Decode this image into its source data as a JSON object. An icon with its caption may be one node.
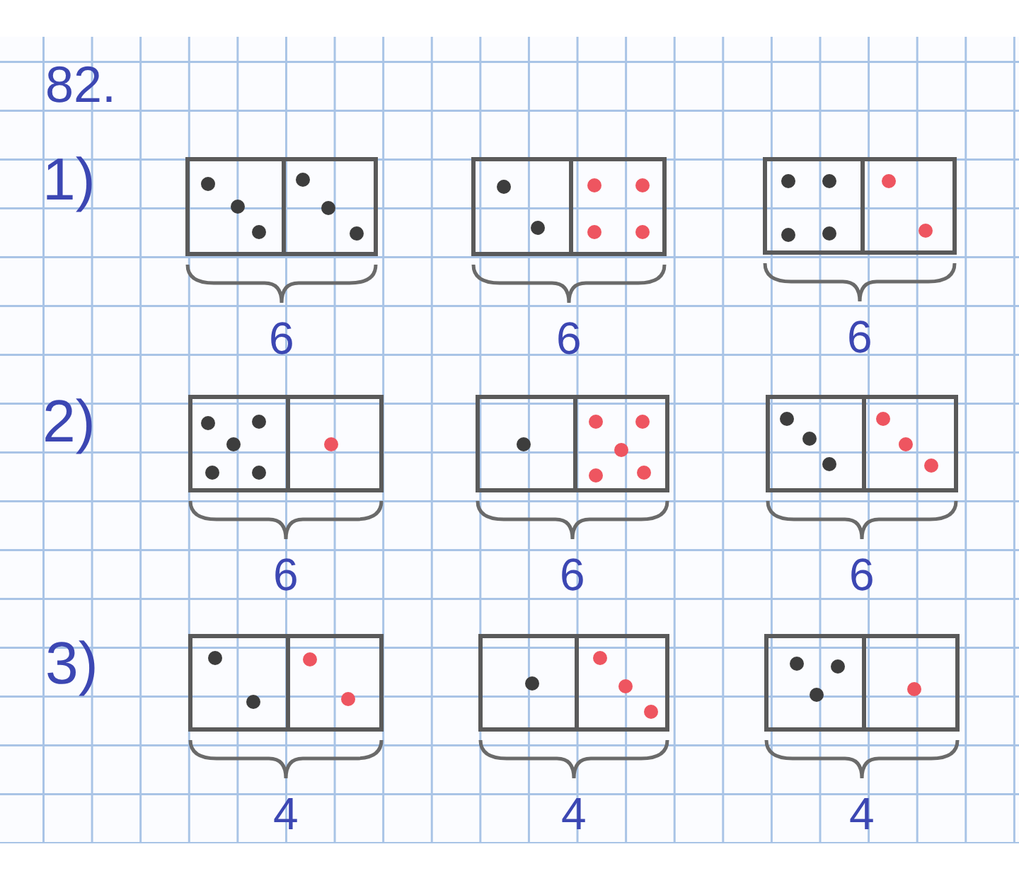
{
  "diagram": {
    "title": "82.",
    "nodes": [
      {
        "text": [],
        "shape": "domino",
        "beside": [
          "6"
        ]
      },
      {
        "text": [],
        "shape": "domino",
        "beside": [
          "6"
        ]
      },
      {
        "text": [],
        "shape": "domino",
        "beside": [
          "6"
        ]
      },
      {
        "text": [],
        "shape": "domino",
        "beside": [
          "6"
        ]
      },
      {
        "text": [],
        "shape": "domino",
        "beside": [
          "6"
        ]
      },
      {
        "text": [],
        "shape": "domino",
        "beside": [
          "6"
        ]
      },
      {
        "text": [],
        "shape": "domino",
        "beside": [
          "4"
        ]
      },
      {
        "text": [],
        "shape": "domino",
        "beside": [
          "4"
        ]
      },
      {
        "text": [],
        "shape": "domino",
        "beside": [
          "4"
        ]
      }
    ],
    "labels": [
      "1)",
      "2)",
      "3)"
    ]
  }
}
